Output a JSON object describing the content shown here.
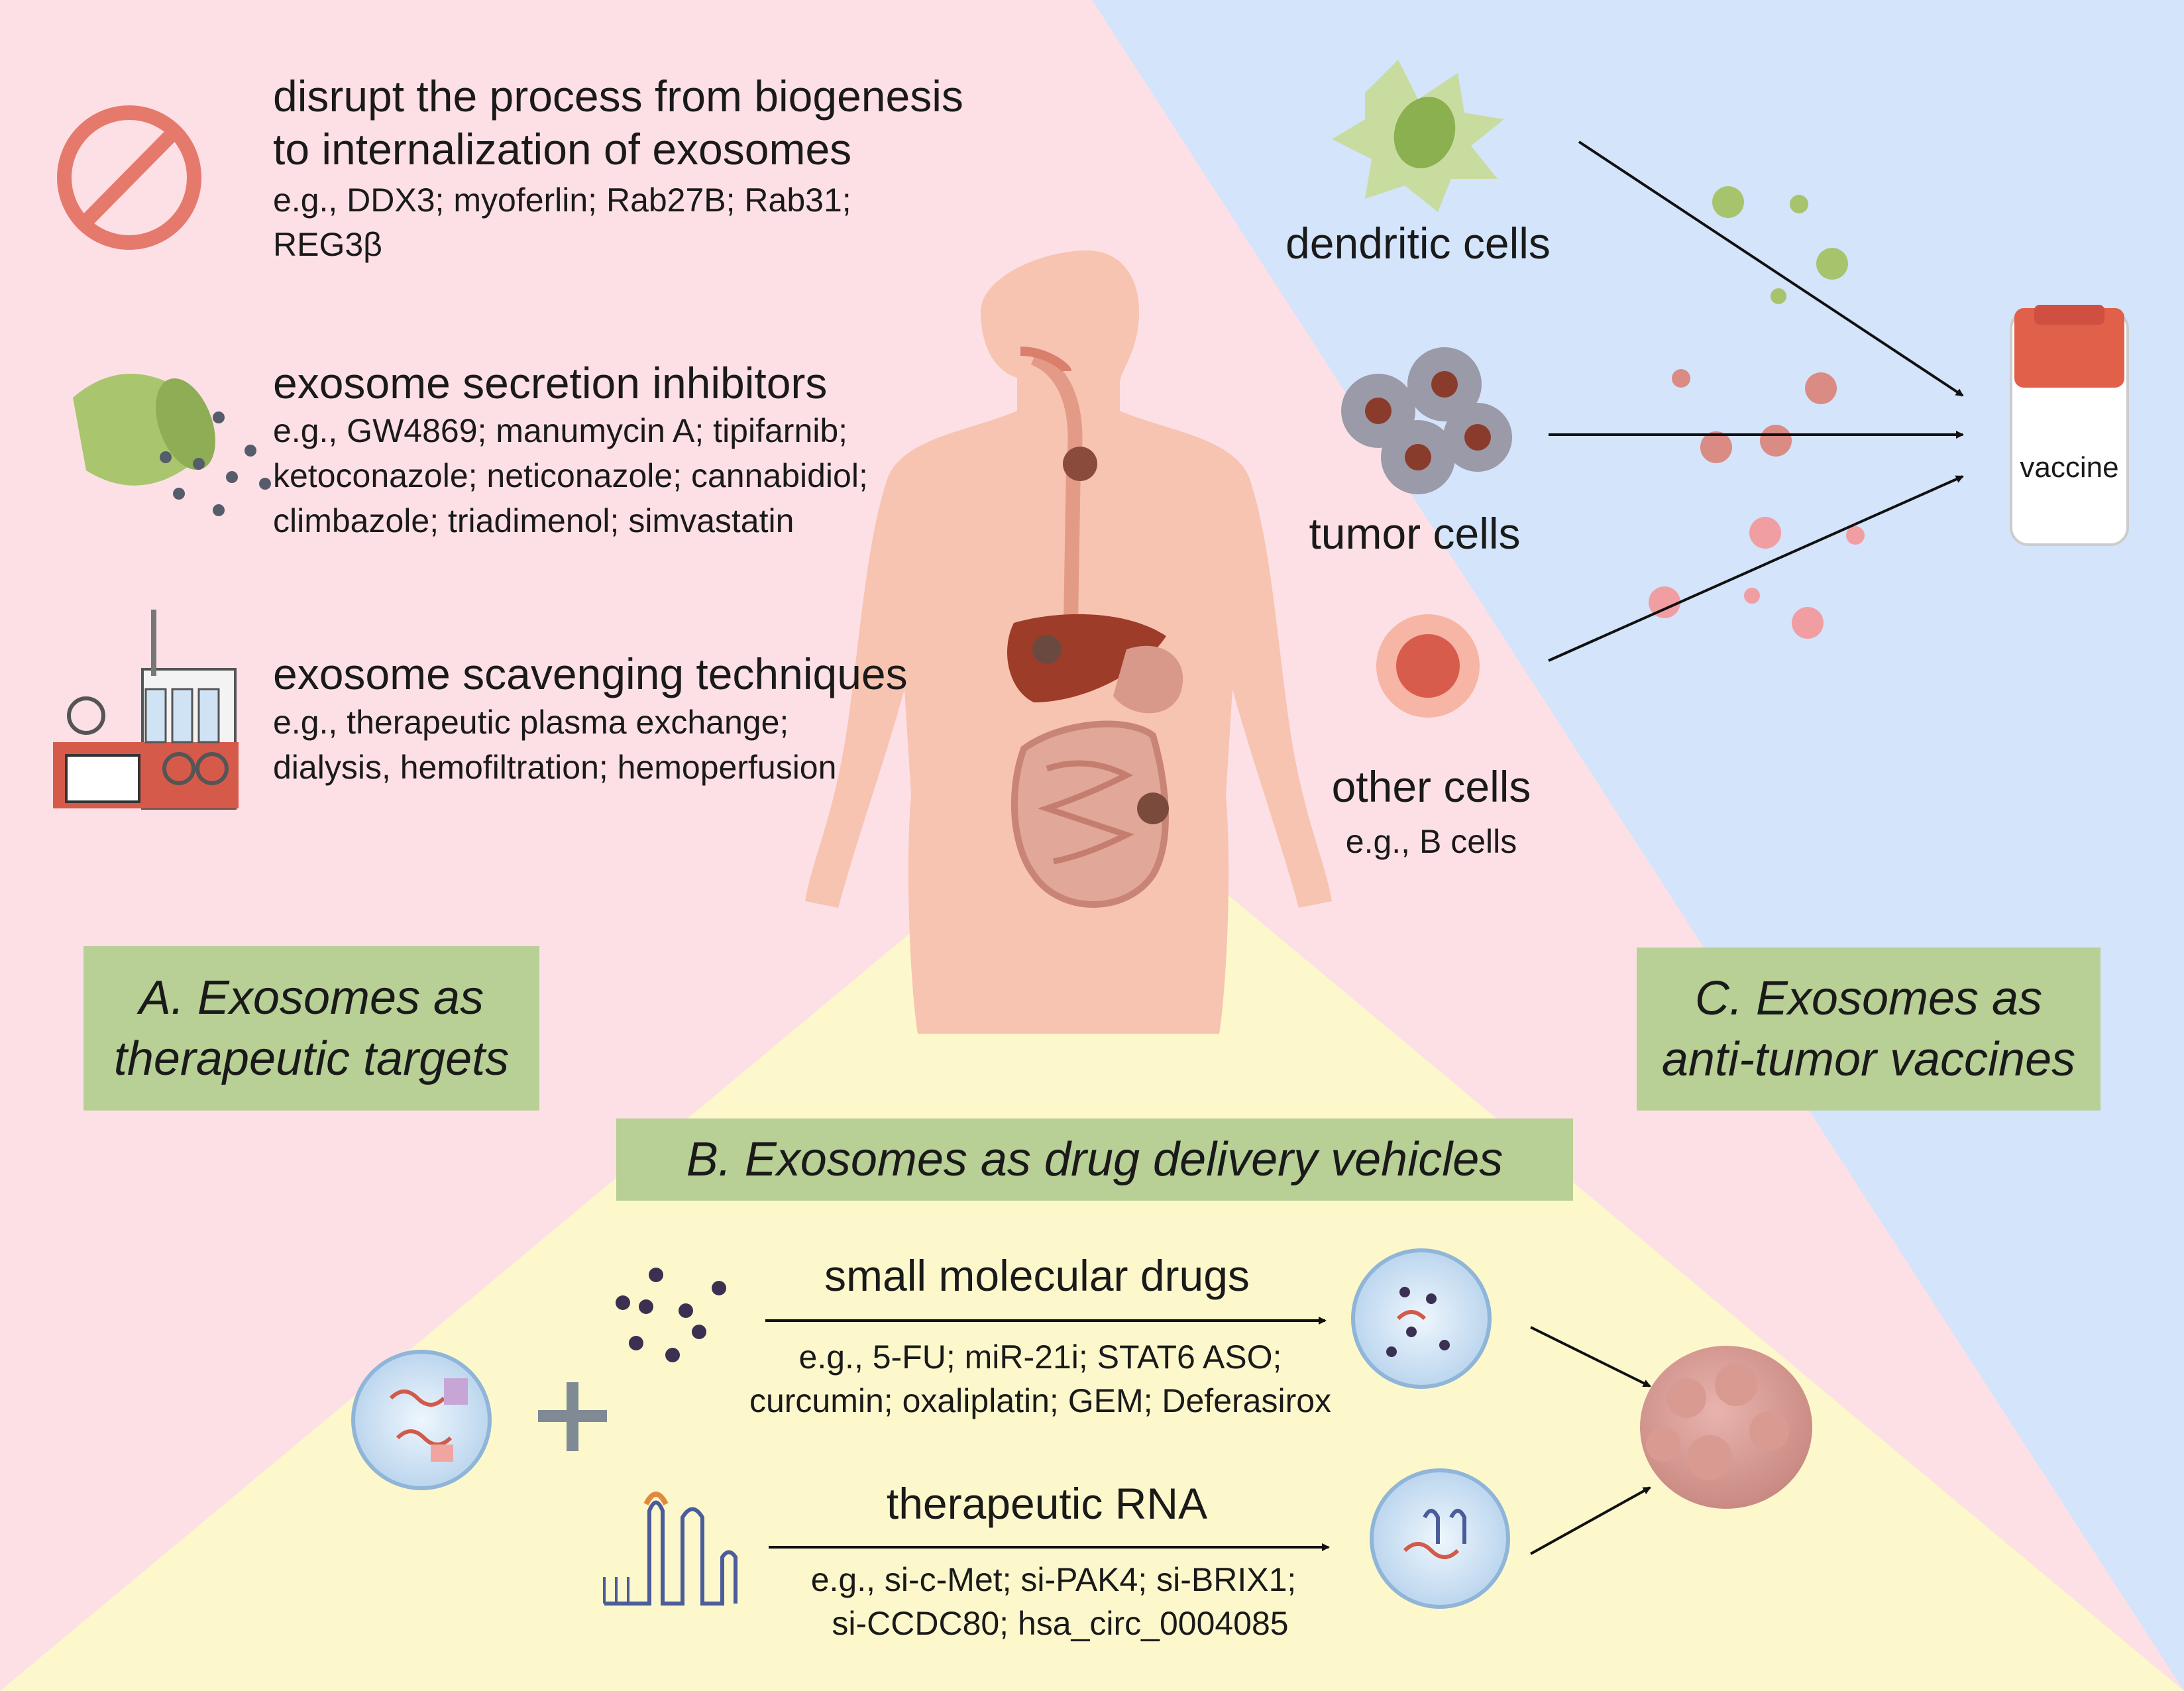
{
  "sectionA": {
    "title_line1": "A. Exosomes as",
    "title_line2": "therapeutic targets",
    "items": [
      {
        "heading_line1": "disrupt the process from biogenesis",
        "heading_line2": "to internalization of exosomes",
        "example_line1": "e.g., DDX3; myoferlin; Rab27B; Rab31;",
        "example_line2": "REG3β",
        "icon": "prohibition-icon"
      },
      {
        "heading_line1": "exosome secretion inhibitors",
        "example_line1": "e.g., GW4869; manumycin A; tipifarnib;",
        "example_line2": "ketoconazole; neticonazole; cannabidiol;",
        "example_line3": "climbazole; triadimenol; simvastatin",
        "icon": "pill-capsule-icon"
      },
      {
        "heading_line1": "exosome scavenging techniques",
        "example_line1": "e.g., therapeutic plasma exchange;",
        "example_line2": "dialysis, hemofiltration; hemoperfusion",
        "icon": "dialysis-machine-icon"
      }
    ]
  },
  "sectionB": {
    "title": "B. Exosomes as drug delivery vehicles",
    "row1": {
      "title": "small molecular drugs",
      "example_line1": "e.g., 5-FU; miR-21i; STAT6 ASO;",
      "example_line2": "curcumin; oxaliplatin; GEM; Deferasirox"
    },
    "row2": {
      "title": "therapeutic RNA",
      "example_line1": "e.g., si-c-Met; si-PAK4; si-BRIX1;",
      "example_line2": "si-CCDC80; hsa_circ_0004085"
    }
  },
  "sectionC": {
    "title_line1": "C. Exosomes as",
    "title_line2": "anti-tumor vaccines",
    "sources": [
      {
        "label": "dendritic cells",
        "icon": "dendritic-cell-icon"
      },
      {
        "label": "tumor cells",
        "icon": "tumor-cell-cluster-icon"
      },
      {
        "label": "other cells",
        "example": "e.g., B cells",
        "icon": "red-cell-icon"
      }
    ],
    "vaccine_label": "vaccine"
  },
  "colors": {
    "sectionA_bg": "#fde0e6",
    "sectionB_bg": "#fdf8cc",
    "sectionC_bg": "#d3e4fb",
    "title_box": "#b8cf95"
  }
}
